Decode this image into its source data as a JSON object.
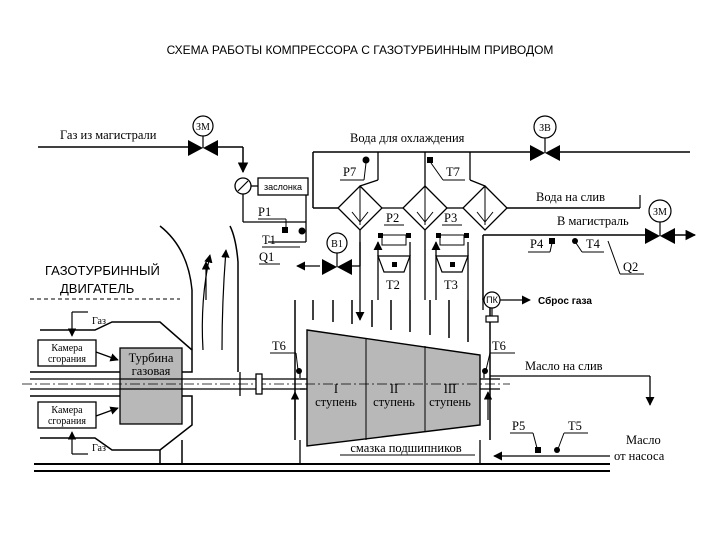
{
  "title": "СХЕМА  РАБОТЫ КОМПРЕССОРА С ГАЗОТУРБИННЫМ ПРИВОДОМ",
  "labels": {
    "gas_from_main": "Газ из магистрали",
    "cooling_water": "Вода для охлаждения",
    "water_drain": "Вода на слив",
    "to_main": "В магистраль",
    "gas_discharge": "Сброс газа",
    "oil_drain": "Масло  на слив",
    "oil_from_pump_1": "Масло",
    "oil_from_pump_2": "от насоса",
    "bearing_lube": "смазка подшипников",
    "gte_1": "ГАЗОТУРБИННЫЙ",
    "gte_2": "ДВИГАТЕЛЬ",
    "gas_top": "Газ",
    "gas_bottom": "Газ",
    "combustion_1a": "Камера",
    "combustion_1b": "сгорания",
    "combustion_2a": "Камера",
    "combustion_2b": "сгорания",
    "turbine_a": "Турбина",
    "turbine_b": "газовая",
    "damper": "заслонка",
    "stage1_a": "I",
    "stage1_b": "ступень",
    "stage2_a": "II",
    "stage2_b": "ступень",
    "stage3_a": "III",
    "stage3_b": "ступень"
  },
  "valves": {
    "zm1": "ЗМ",
    "zv": "ЗВ",
    "zm2": "ЗМ",
    "v1": "В1"
  },
  "sensors": {
    "p1": "P1",
    "t1": "T1",
    "q1": "Q1",
    "p7": "P7",
    "t7": "T7",
    "p2": "P2",
    "p3": "P3",
    "t2": "T2",
    "t3": "T3",
    "p4": "P4",
    "t4": "T4",
    "q2": "Q2",
    "t6_left": "T6",
    "t6_right": "T6",
    "p5": "P5",
    "t5": "T5",
    "pk": "ПК"
  }
}
